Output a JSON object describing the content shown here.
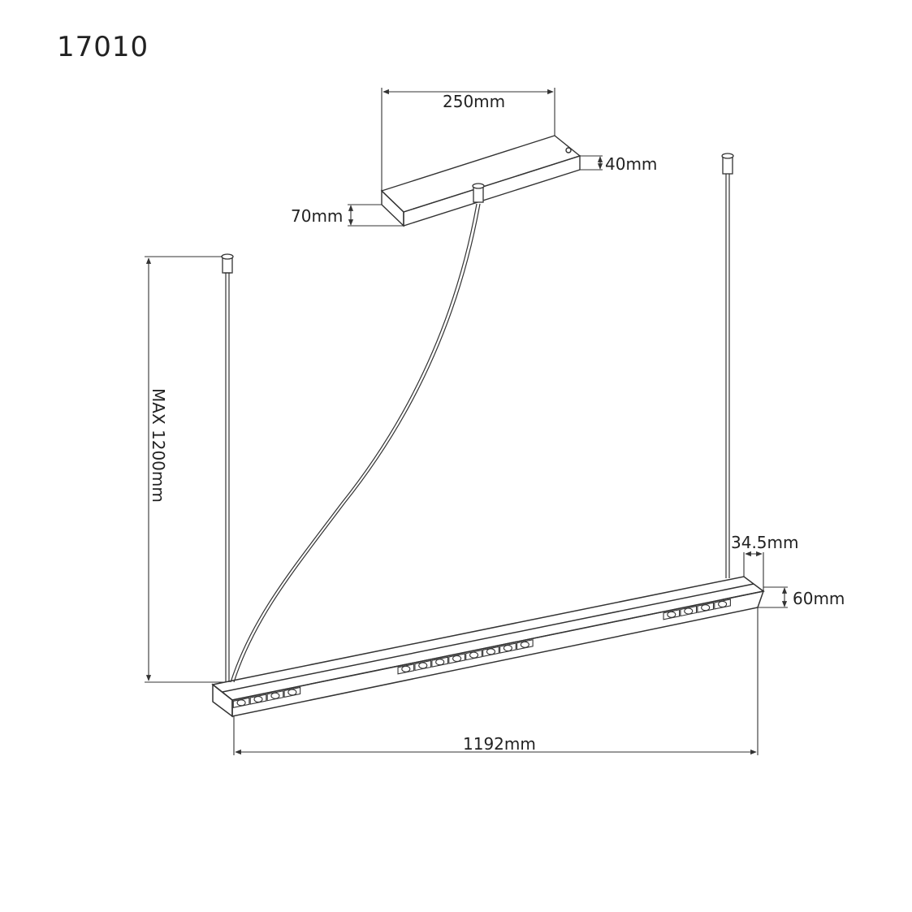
{
  "product": {
    "model": "17010"
  },
  "dimensions": {
    "canopy_length": "250mm",
    "canopy_depth": "40mm",
    "canopy_height": "70mm",
    "cable_length": "MAX 1200mm",
    "profile_width": "34.5mm",
    "profile_height": "60mm",
    "fixture_length": "1192mm"
  },
  "colors": {
    "line": "#333333",
    "text": "#222222",
    "background": "#ffffff"
  }
}
